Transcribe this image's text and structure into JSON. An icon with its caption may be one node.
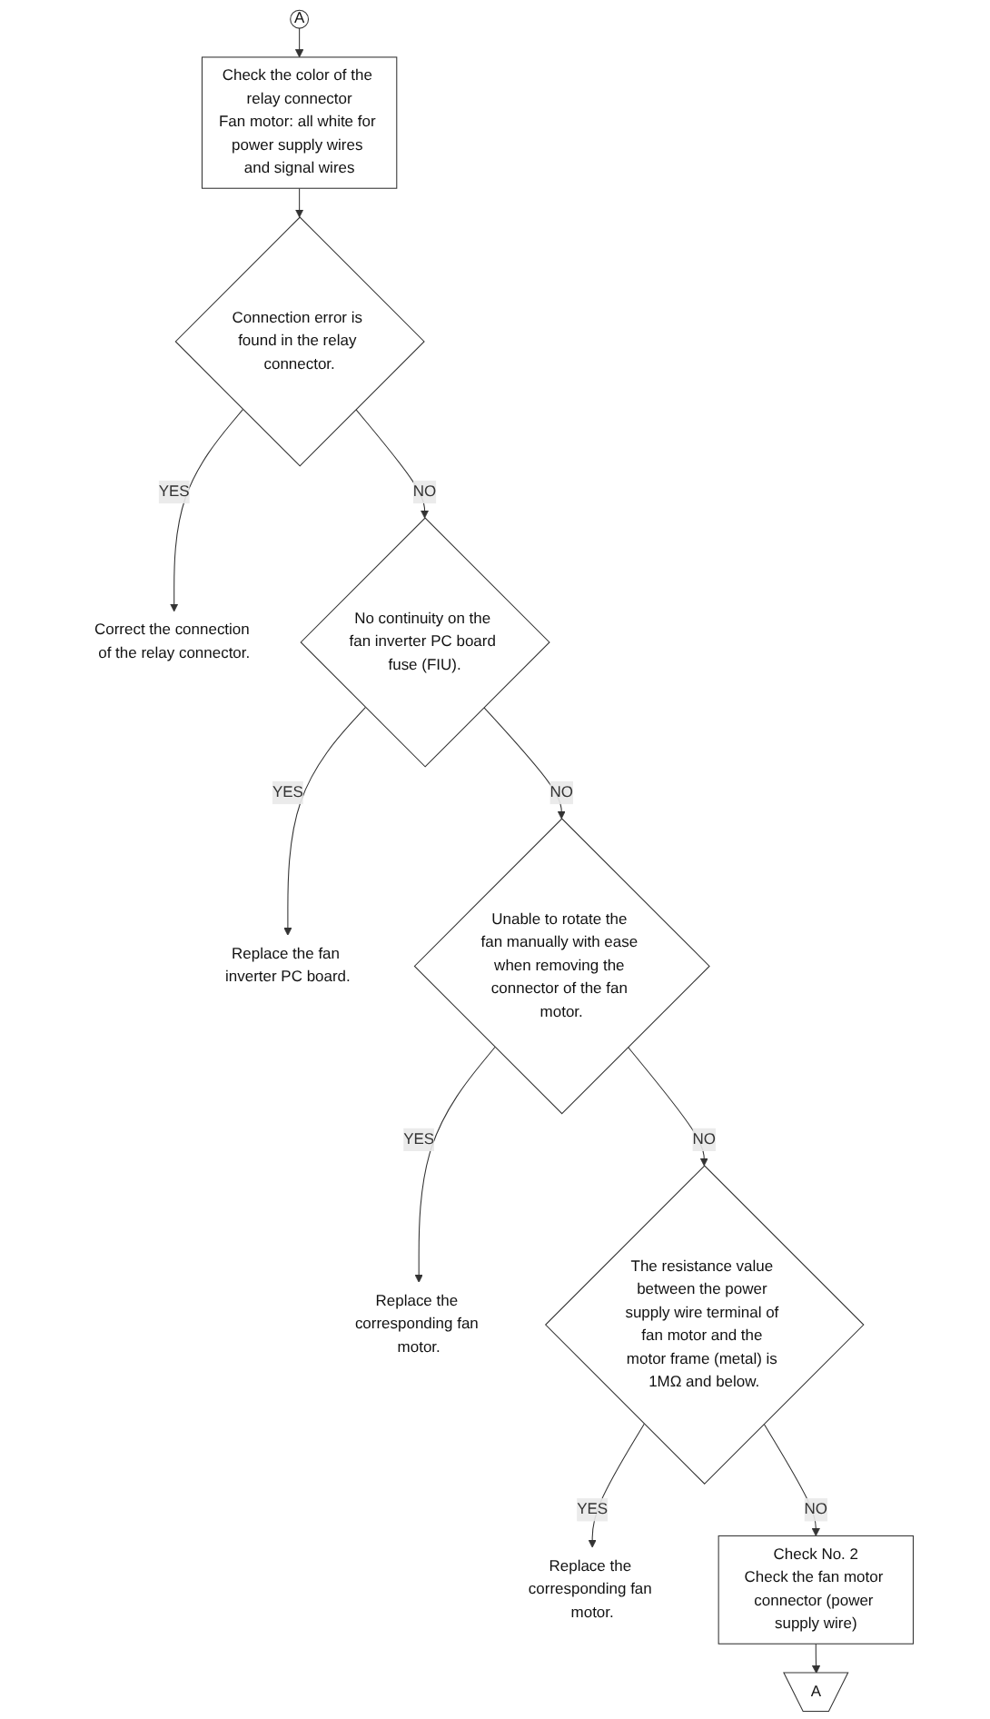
{
  "diagram": {
    "nodes": [
      {
        "text": [
          "A"
        ]
      },
      {
        "text": [
          "Check the color of the relay connector",
          "Fan motor: all white for power supply wires and signal wires"
        ]
      },
      {
        "text": [
          "Connection error is found in the relay connector."
        ]
      },
      {
        "text": [
          "Correct the connection of the relay connector."
        ]
      },
      {
        "text": [
          "No continuity on the fan inverter PC board fuse (FIU)."
        ]
      },
      {
        "text": [
          "Replace the fan inverter PC board."
        ]
      },
      {
        "text": [
          "Unable to rotate the fan manually with ease when removing the connector of the fan motor."
        ]
      },
      {
        "text": [
          "Replace the corresponding fan motor."
        ]
      },
      {
        "text": [
          "The resistance value between the power supply wire terminal of fan motor and the motor frame (metal) is 1MΩ and below."
        ]
      },
      {
        "text": [
          "Replace the corresponding fan motor."
        ]
      },
      {
        "text": [
          "Check No. 2",
          "Check the fan motor connector (power supply wire)"
        ]
      },
      {
        "text": [
          "A"
        ]
      }
    ],
    "edges": [
      {
        "from": 0,
        "to": 1,
        "arrow": "to"
      },
      {
        "from": 1,
        "to": 2,
        "arrow": "to"
      },
      {
        "from": 2,
        "to": 3,
        "arrow": "to",
        "label": "YES"
      },
      {
        "from": 2,
        "to": 4,
        "arrow": "to",
        "label": "NO"
      },
      {
        "from": 4,
        "to": 5,
        "arrow": "to",
        "label": "YES"
      },
      {
        "from": 4,
        "to": 6,
        "arrow": "to",
        "label": "NO"
      },
      {
        "from": 6,
        "to": 7,
        "arrow": "to",
        "label": "YES"
      },
      {
        "from": 6,
        "to": 8,
        "arrow": "to",
        "label": "NO"
      },
      {
        "from": 8,
        "to": 9,
        "arrow": "to",
        "label": "YES"
      },
      {
        "from": 8,
        "to": 10,
        "arrow": "to",
        "label": "NO"
      },
      {
        "from": 10,
        "to": 11,
        "arrow": "to"
      }
    ]
  }
}
